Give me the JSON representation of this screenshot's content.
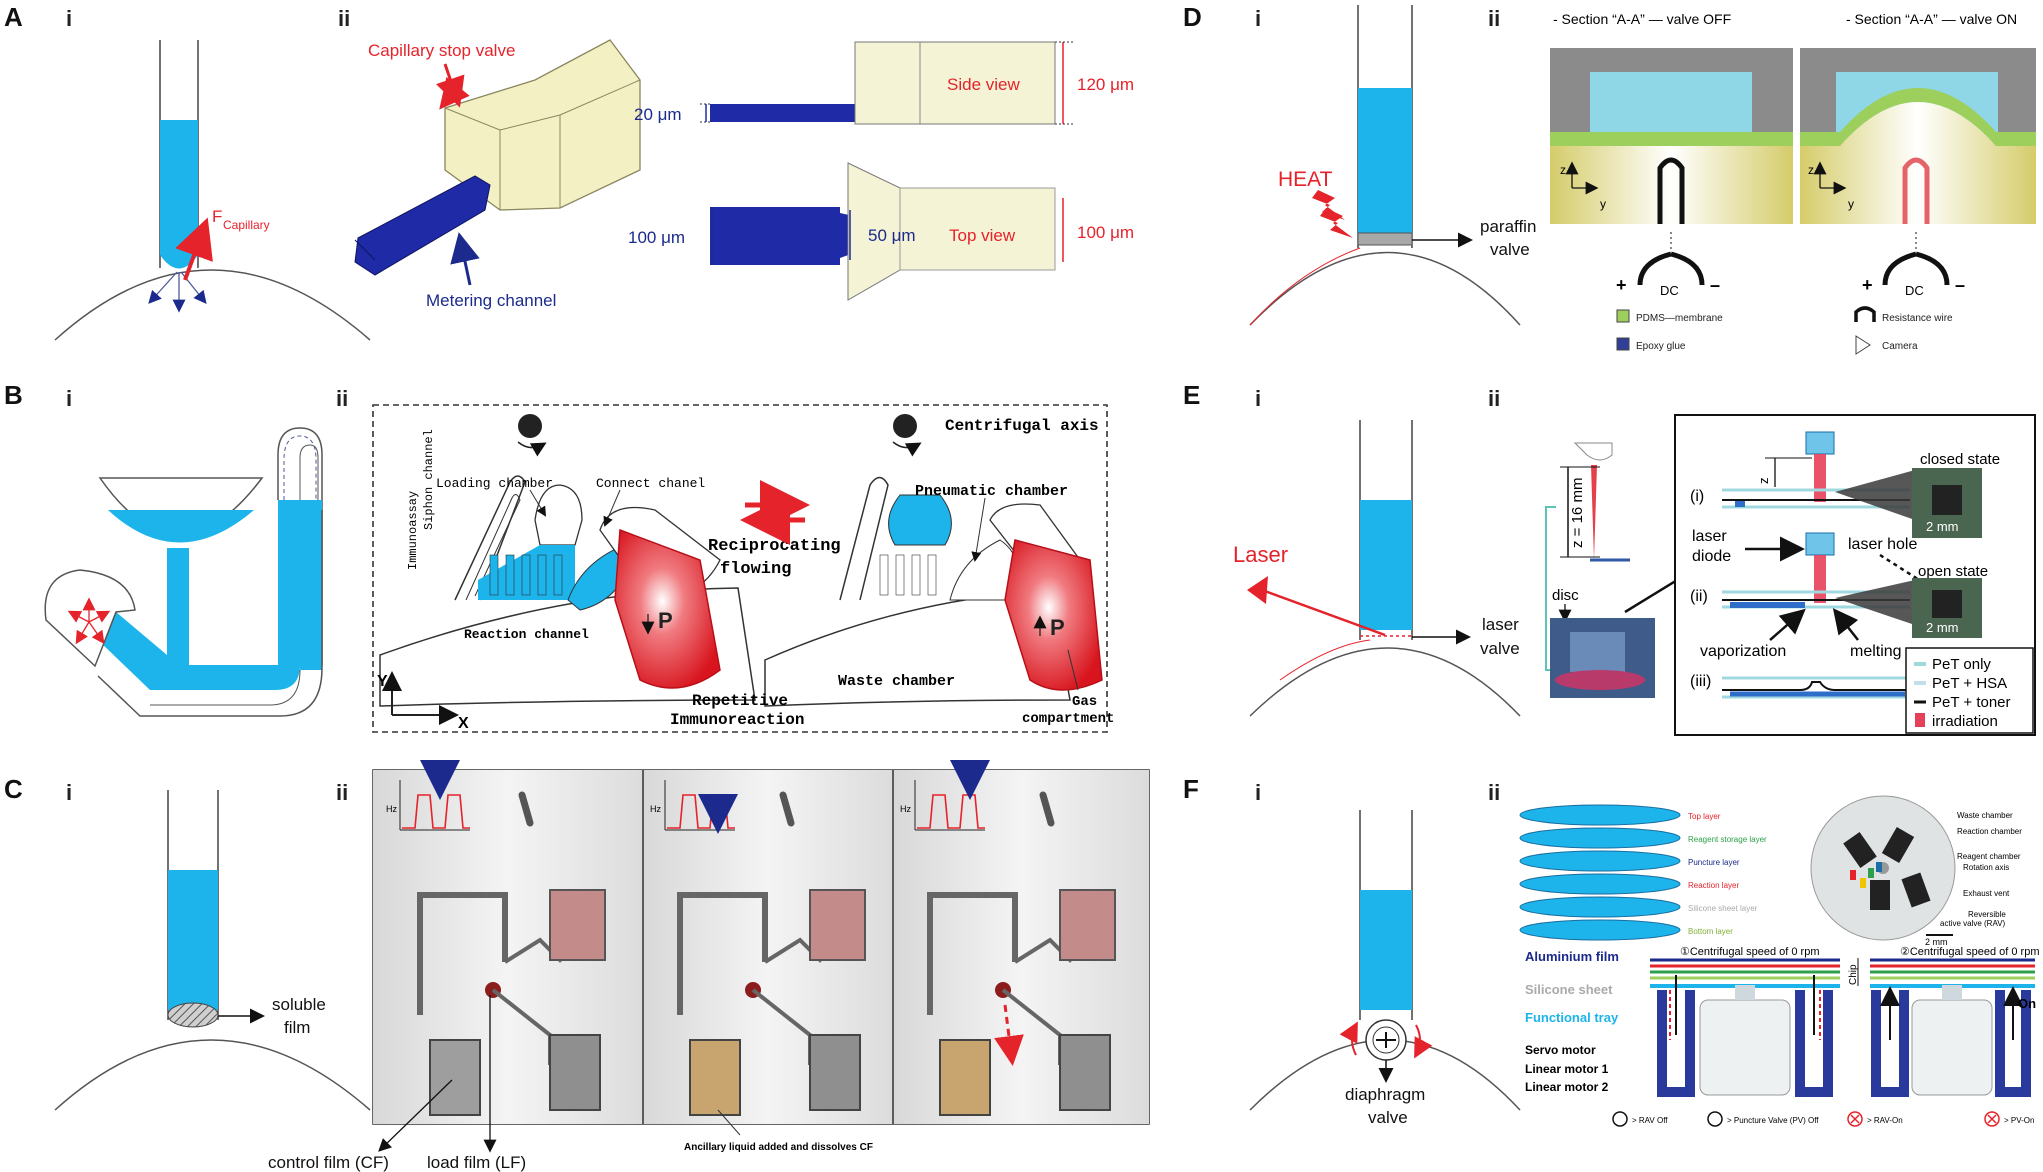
{
  "panels": {
    "A": {
      "letter": "A",
      "i": "i",
      "ii": "ii",
      "f_main": "F",
      "f_sub": "Capillary",
      "stop_valve": "Capillary stop valve",
      "metering": "Metering channel",
      "side_view": "Side view",
      "top_view": "Top view",
      "dim_20": "20 μm",
      "dim_120": "120 μm",
      "dim_100_left": "100 μm",
      "dim_50": "50 μm",
      "dim_100_right": "100 μm"
    },
    "B": {
      "letter": "B",
      "i": "i",
      "ii": "ii",
      "centrifugal_axis": "Centrifugal axis",
      "immunoassay": "Immunoassay",
      "siphon": "Siphon channel",
      "loading": "Loading chamber",
      "connect": "Connect chanel",
      "reaction": "Reaction channel",
      "reciprocating_1": "Reciprocating",
      "reciprocating_2": "flowing",
      "pneumatic": "Pneumatic chamber",
      "waste": "Waste chamber",
      "repetitive_1": "Repetitive",
      "repetitive_2": "Immunoreaction",
      "gas_1": "Gas",
      "gas_2": "compartment",
      "p_label": "P",
      "y_axis": "Y",
      "x_axis": "X"
    },
    "C": {
      "letter": "C",
      "i": "i",
      "ii": "ii",
      "soluble_1": "soluble",
      "soluble_2": "film",
      "hz": "Hz",
      "ancillary": "Ancillary liquid added and dissolves CF",
      "control_film": "control film (CF)",
      "load_film": "load film (LF)"
    },
    "D": {
      "letter": "D",
      "i": "i",
      "ii": "ii",
      "heat": "HEAT",
      "paraffin_1": "paraffin",
      "paraffin_2": "valve",
      "section_off": "- Section “A-A” — valve OFF",
      "section_on": "- Section “A-A” — valve ON",
      "z": "z",
      "y": "y",
      "dc": "DC",
      "plus": "+",
      "minus": "–",
      "pdms": "PDMS—membrane",
      "epoxy": "Epoxy glue",
      "resistance": "Resistance wire",
      "camera": "Camera"
    },
    "E": {
      "letter": "E",
      "i": "i",
      "ii": "ii",
      "laser": "Laser",
      "laser_valve_1": "laser",
      "laser_valve_2": "valve",
      "z_16": "z = 16 mm",
      "z": "z",
      "disc": "disc",
      "closed": "closed state",
      "open": "open state",
      "scale_1": "2 mm",
      "scale_2": "2 mm",
      "laser_diode_1": "laser",
      "laser_diode_2": "diode",
      "laser_hole": "laser hole",
      "vaporization": "vaporization",
      "melting": "melting",
      "step_i": "(i)",
      "step_ii": "(ii)",
      "step_iii": "(iii)",
      "legend": [
        "PeT only",
        "PeT + HSA",
        "PeT + toner",
        "irradiation"
      ]
    },
    "F": {
      "letter": "F",
      "i": "i",
      "ii": "ii",
      "diaphragm_1": "diaphragm",
      "diaphragm_2": "valve",
      "layers": [
        "Top layer",
        "Reagent storage layer",
        "Puncture layer",
        "Reaction layer",
        "Silicone sheet layer",
        "Bottom layer"
      ],
      "photo_labels": [
        "Waste chamber",
        "Reaction chamber",
        "Reagent chamber",
        "Rotation axis",
        "Exhaust vent",
        "Reversible",
        "active valve (RAV)"
      ],
      "scale": "2 mm",
      "speed_1": "①Centrifugal speed of 0 rpm",
      "speed_2": "②Centrifugal speed of 0 rpm",
      "aluminium": "Aluminium film",
      "silicone": "Silicone sheet",
      "functional": "Functional tray",
      "chip": "Chip",
      "servo": "Servo motor",
      "linear_1": "Linear motor 1",
      "linear_2": "Linear motor 2",
      "on": "On",
      "rav_off": "> RAV Off",
      "pv_off": "> Puncture Valve (PV) Off",
      "rav_on": "> RAV-On",
      "pv_on": "> PV-On"
    }
  },
  "colors": {
    "water": "#1cb4ea",
    "red": "#e5232b",
    "navy": "#1b2a8c",
    "olive": "#d9d27a",
    "pdms": "#9ccf5c"
  }
}
